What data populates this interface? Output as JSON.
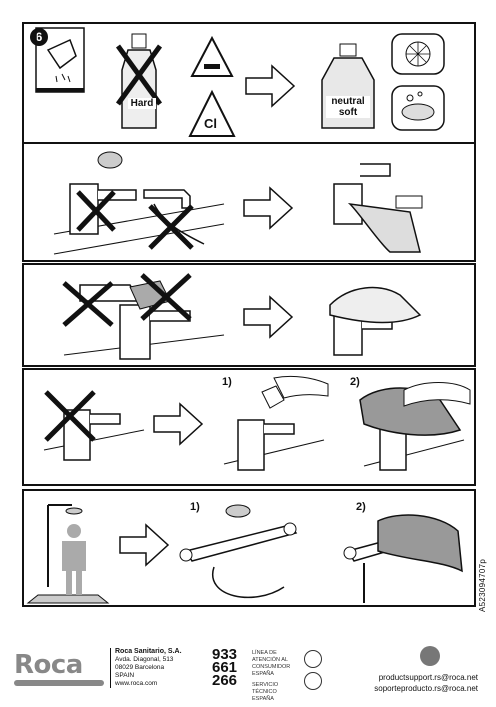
{
  "step_number": "6",
  "panel1": {
    "bottle_hard_label": "Hard",
    "bottle_cl_label": "Cl",
    "bottle_neutral_label_1": "neutral",
    "bottle_neutral_label_2": "soft"
  },
  "panel4": {
    "step1": "1)",
    "step2": "2)"
  },
  "panel5": {
    "step1": "1)",
    "step2": "2)"
  },
  "doc_number": "A523094707p",
  "footer": {
    "logo": "Roca",
    "company_name": "Roca Sanitario, S.A.",
    "address_line1": "Avda. Diagonal, 513",
    "address_line2": "08029 Barcelona",
    "country": "SPAIN",
    "website": "www.roca.com",
    "phone_1": "933",
    "phone_2": "661",
    "phone_3": "266",
    "service_1": "LÍNEA DE ATENCIÓN AL CONSUMIDOR ESPAÑA",
    "service_2": "SERVICIO TÉCNICO ESPAÑA",
    "email_1": "productsupport.rs@roca.net",
    "email_2": "soporteproducto.rs@roca.net"
  }
}
